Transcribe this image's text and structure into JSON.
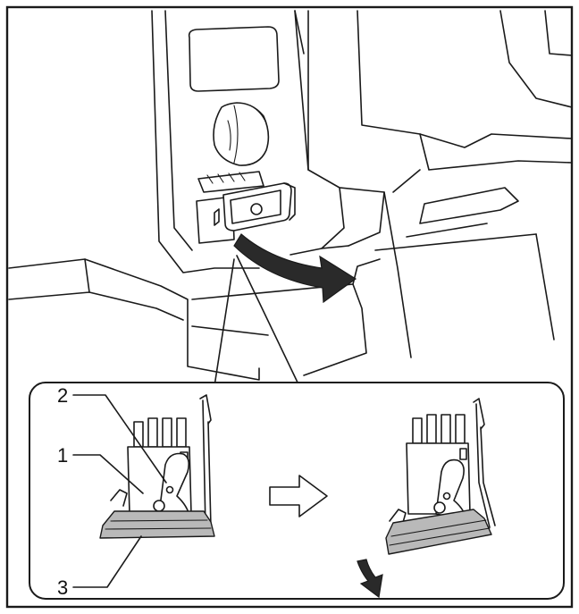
{
  "callouts": [
    {
      "number": "1",
      "part": "latch-body"
    },
    {
      "number": "2",
      "part": "latch-lever"
    },
    {
      "number": "3",
      "part": "gray-tab"
    }
  ],
  "colors": {
    "line": "#1a1a1a",
    "part_gray": "#b9b9b9",
    "arrow_dark": "#2a2a2a",
    "background": "#ffffff"
  },
  "icons": {
    "step_arrow": "hollow-right-arrow-icon",
    "rotate_arrow": "curved-arrow-icon",
    "down_arrow": "down-arrow-icon"
  }
}
